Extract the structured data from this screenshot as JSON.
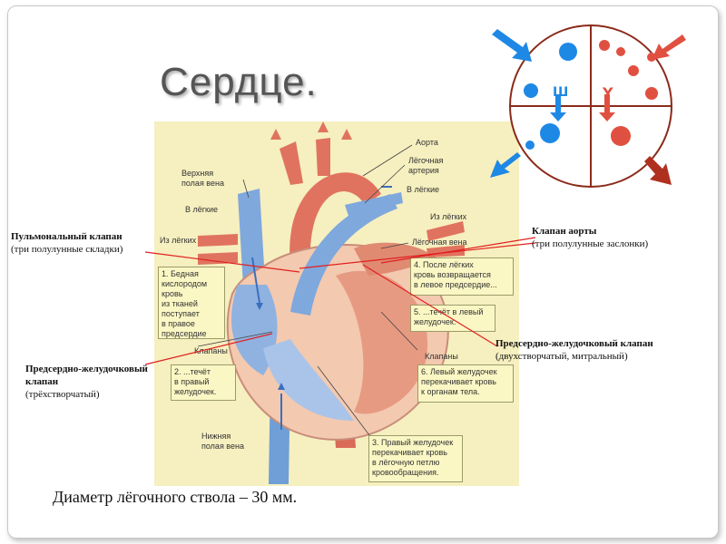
{
  "title": "Сердце.",
  "bottom_text": "Диаметр лёгочного ствола – 30 мм.",
  "captions": {
    "pulmonary": [
      "Пульмональный клапан",
      "(три полулунные складки)"
    ],
    "aortic": [
      "Клапан аорты",
      "(три полулунные заслонки)"
    ],
    "mitral": [
      "Предсердно-желудочковый клапан",
      "(двухстворчатый, митральный)"
    ],
    "tricuspid": [
      "Предсердно-желудочковый",
      "клапан",
      "(трёхстворчатый)"
    ]
  },
  "diagram_labels": {
    "aorta": "Аорта",
    "pulm_artery": "Лёгочная\nартерия",
    "to_lungs_right": "В лёгкие",
    "from_lungs_right": "Из лёгких",
    "pulm_vein": "Лёгочная вена",
    "svc": "Верхняя\nполая вена",
    "to_lungs_left": "В лёгкие",
    "from_lungs_left": "Из лёгких",
    "valves_left": "Клапаны",
    "valves_right": "Клапаны",
    "ivc": "Нижняя\nполая вена"
  },
  "diagram_boxes": {
    "b1": "1. Бедная\nкислородом\nкровь\nиз тканей\nпоступает\nв правое\nпредсердие",
    "b2": "2. ...течёт\nв правый\nжелудочек.",
    "b3": "3. Правый желудочек\nперекачивает кровь\nв лёгочную петлю\nкровообращения.",
    "b4": "4. После лёгких\nкровь возвращается\nв левое предсердие...",
    "b5": "5. ...течёт в левый\nжелудочек.",
    "b6": "6. Левый желудочек\nперекачивает кровь\nк органам тела."
  },
  "circle_letters": {
    "left": "Ш",
    "right": "Y"
  },
  "colors": {
    "blue": "#1e88e5",
    "red": "#e05040",
    "red_dark": "#b03020",
    "circle_border": "#8b2a1a",
    "annotation_line": "#e02020"
  }
}
